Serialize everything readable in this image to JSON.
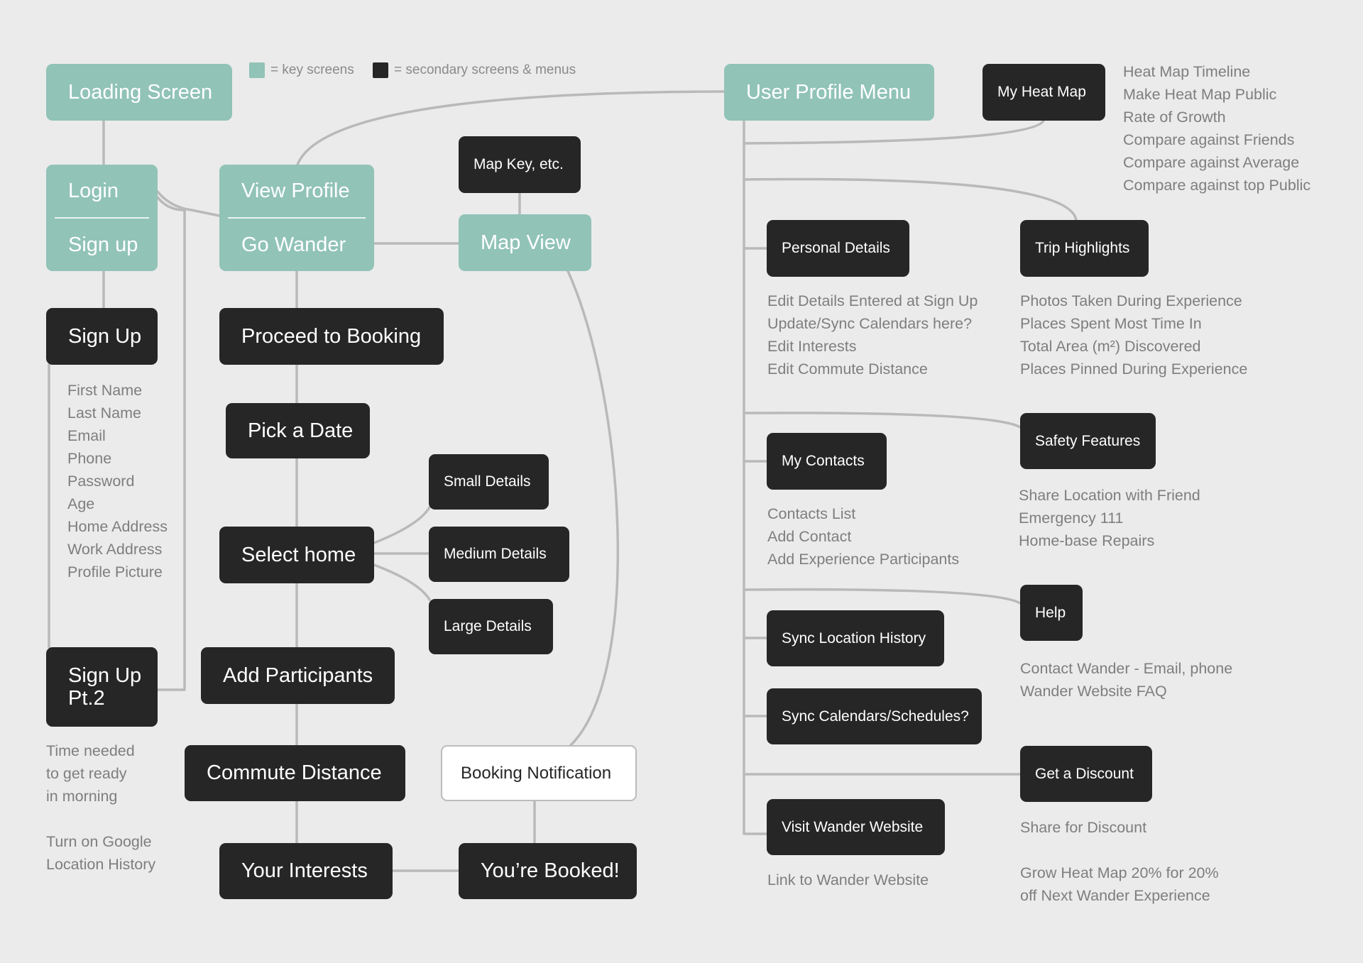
{
  "colors": {
    "background": "#ebebeb",
    "key_screen": "#91c3b7",
    "secondary_screen": "#262626",
    "connector": "#b9b9b9",
    "note_text": "#7e7e7e"
  },
  "legend": {
    "key_label": "= key screens",
    "secondary_label": "= secondary screens & menus"
  },
  "key_screens": {
    "loading": "Loading Screen",
    "login": "Login",
    "signup": "Sign up",
    "view_profile": "View Profile",
    "go_wander": "Go Wander",
    "map_view": "Map View",
    "user_profile_menu": "User Profile Menu"
  },
  "secondary_screens": {
    "map_key": "Map Key, etc.",
    "sign_up": "Sign Up",
    "sign_up_pt2_line1": "Sign Up",
    "sign_up_pt2_line2": "Pt.2",
    "proceed_to_booking": "Proceed to Booking",
    "pick_a_date": "Pick a Date",
    "select_home": "Select home",
    "small_details": "Small Details",
    "medium_details": "Medium Details",
    "large_details": "Large Details",
    "add_participants": "Add Participants",
    "commute_distance": "Commute Distance",
    "your_interests": "Your Interests",
    "youre_booked": "You’re Booked!",
    "booking_notification": "Booking Notification",
    "my_heat_map": "My Heat Map",
    "personal_details": "Personal Details",
    "trip_highlights": "Trip Highlights",
    "my_contacts": "My Contacts",
    "safety_features": "Safety Features",
    "help": "Help",
    "sync_location_history": "Sync Location History",
    "sync_calendars": "Sync Calendars/Schedules?",
    "get_a_discount": "Get a Discount",
    "visit_wander_website": "Visit Wander Website"
  },
  "notes": {
    "sign_up_fields": [
      "First Name",
      "Last Name",
      "Email",
      "Phone",
      "Password",
      "Age",
      "Home Address",
      "Work Address",
      "Profile Picture"
    ],
    "sign_up_pt2": [
      "Time needed",
      "to get ready",
      "in morning"
    ],
    "sign_up_pt2_extra": [
      "Turn on Google",
      "Location History"
    ],
    "heat_map": [
      "Heat Map Timeline",
      "Make Heat Map Public",
      "Rate of Growth",
      "Compare against Friends",
      "Compare against Average",
      "Compare against top Public"
    ],
    "personal_details": [
      "Edit Details Entered at Sign Up",
      "Update/Sync Calendars here?",
      "Edit Interests",
      "Edit Commute Distance"
    ],
    "trip_highlights": [
      "Photos Taken During Experience",
      "Places Spent Most Time In",
      "Total Area (m²) Discovered",
      "Places Pinned During Experience"
    ],
    "my_contacts": [
      "Contacts List",
      "Add Contact",
      "Add Experience Participants"
    ],
    "safety_features": [
      "Share Location with Friend",
      "Emergency 111",
      "Home-base Repairs"
    ],
    "help": [
      "Contact Wander - Email, phone",
      "Wander Website FAQ"
    ],
    "get_a_discount": [
      "Share for Discount"
    ],
    "get_a_discount_extra": [
      "Grow Heat Map 20% for 20%",
      "off Next Wander Experience"
    ],
    "visit_wander_website": [
      "Link to Wander Website"
    ]
  }
}
